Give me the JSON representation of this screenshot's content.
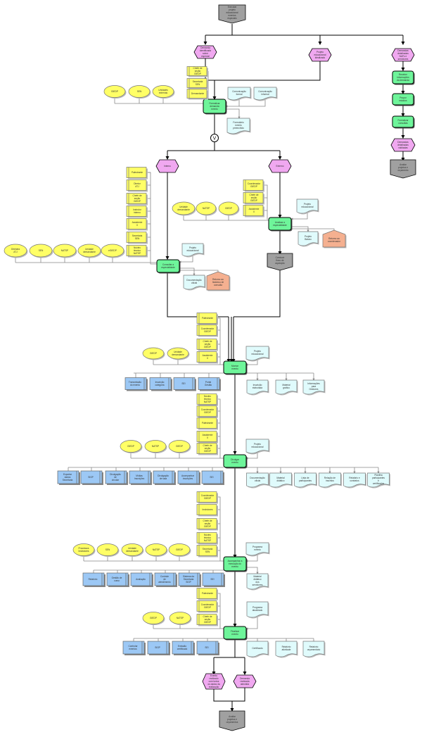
{
  "colors": {
    "event": "#f0a8f0",
    "function": "#6ef59a",
    "start_end": "#a0a0a0",
    "org_unit": "#ffff66",
    "role": "#fffb80",
    "document": "#e0fbfc",
    "system": "#9cc8f5",
    "risk": "#f5b090"
  },
  "start": {
    "label": "Executar projeto educacional eventos especiais"
  },
  "top_events": [
    {
      "label": "Demanda identificada sobre especial"
    },
    {
      "label": "Projeto educacional idealizado"
    },
    {
      "label": "Demandas detalhadas NAFs e servidores"
    }
  ],
  "right_chain": {
    "functions": [
      "Receber informações da demanda",
      "Propor estudos",
      "Formalizar consultas"
    ],
    "event": "Demandas detalhadas validadas",
    "end": "Avaliar projetos e orçamento"
  },
  "f1": {
    "label": "Formalizar demanda evento",
    "ovals": [
      "GIEDP",
      "SEN",
      "Unidades externas"
    ],
    "roles": [
      "Chefe de seção GIEDP",
      "Secretaria SEN",
      "Demandante"
    ],
    "docs_in": [
      "Comunicação formal",
      "Comunicação informal"
    ],
    "doc_out": "Formulário evento preenchido"
  },
  "xor": {
    "label": "V"
  },
  "branch_events": [
    {
      "label": "Interno"
    },
    {
      "label": "Externo"
    }
  ],
  "f_left": {
    "label": "Consultar a especialidade",
    "ovals": [
      "Diretoria ATJ",
      "SEN",
      "NATSP",
      "Unidade demandante",
      "eGIEDP"
    ],
    "roles": [
      "Palestrante",
      "Diretor ATJ",
      "Chefe de seção GIEDP",
      "Instrutor interno",
      "Assistente II",
      "Secretaria SEN",
      "Núcleo técnico NATSP"
    ],
    "doc_in": "Projeto educacional",
    "doc_out": "Documentação oficial",
    "risk": "Retorno ao histórico de consulta"
  },
  "f_right": {
    "label": "Analisar a especialidade",
    "ovals": [
      "Unidade demandante",
      "NATSP",
      "GIEDP"
    ],
    "roles": [
      "Coordenador GIEDP",
      "Chefe de seção GIEDP",
      "Assistente II"
    ],
    "doc_in": "Projeto educacional",
    "doc_out": "Projeto Básico",
    "risk": "Retorno ao coordenador",
    "end": "Conduzir fluxo de aquisição"
  },
  "f_org": {
    "label": "Montar evento",
    "roles": [
      "Palestrante",
      "Coordenador GIEDP",
      "Chefe de seção GIEDP",
      "Assistente II"
    ],
    "ovals": [
      "GIEDP",
      "Unidade demandante"
    ],
    "systems": [
      "Transmissão do evento",
      "Inscrição categoria",
      "SEI",
      "Portal Gestão"
    ],
    "doc_in": "Projeto educacional",
    "docs_out": [
      "Inscrição elaborada",
      "Material gráfico",
      "Informações para Gestores"
    ]
  },
  "f_divulgar": {
    "label": "Divulgar evento",
    "roles": [
      "Núcleo técnico NATSP",
      "Coordenador GIEDP",
      "Palestrante",
      "Assistente II",
      "Chefe de seção GIEDP"
    ],
    "ovals": [
      "GIEDP",
      "NATSP",
      "GIEDP"
    ],
    "systems": [
      "Exportar dados Secretaria",
      "SIGP",
      "Divulgação de circular",
      "Mídias Inscrições",
      "Divulgação de sala",
      "Acompanhar inscrições",
      "SEI"
    ],
    "doc_in": "Projeto educacional",
    "docs_out": [
      "Documentação oficial",
      "Material didático",
      "Lista de participantes",
      "Relação de inscritos",
      "Relatório e contratos",
      "Planilha participantes e certificados"
    ]
  },
  "f_executar": {
    "label": "Acompanhar a execução do evento",
    "roles": [
      "Coordenador GIEDP",
      "Instrutores",
      "Chefe de seção GIEDP",
      "Núcleo técnico NATSP",
      "Secretaria SEN"
    ],
    "ovals": [
      "Processos Instrutores",
      "SEN",
      "Unidade demandante",
      "NATSP",
      "GIEDP"
    ],
    "systems": [
      "Relatório",
      "Gestão de curso",
      "Avaliação",
      "Controle de atendimento",
      "Sistema da Secretaria SIGP",
      "SEI"
    ],
    "doc_in": "Programa evento",
    "doc_out": "Material didático dos servidores"
  },
  "f_finalizar": {
    "label": "Finalizar evento",
    "roles": [
      "Palestrante",
      "Coordenador GIEDP",
      "Chefe de seção GIEDP"
    ],
    "ovals": [
      "GIEDP",
      "NATSP"
    ],
    "systems": [
      "Controlar eventos",
      "SIGP",
      "Emissão certificado",
      "SEI"
    ],
    "doc_in": "Programa atualizado",
    "docs_out": [
      "Certificado",
      "Relatório atividade",
      "Relatório orçamentário"
    ]
  },
  "final_events": [
    {
      "label": "Evento realizado com todos os dados da realização"
    },
    {
      "label": "Demanda realizada atendida"
    }
  ],
  "end": {
    "label": "Avaliar projetos e orçamentos"
  }
}
